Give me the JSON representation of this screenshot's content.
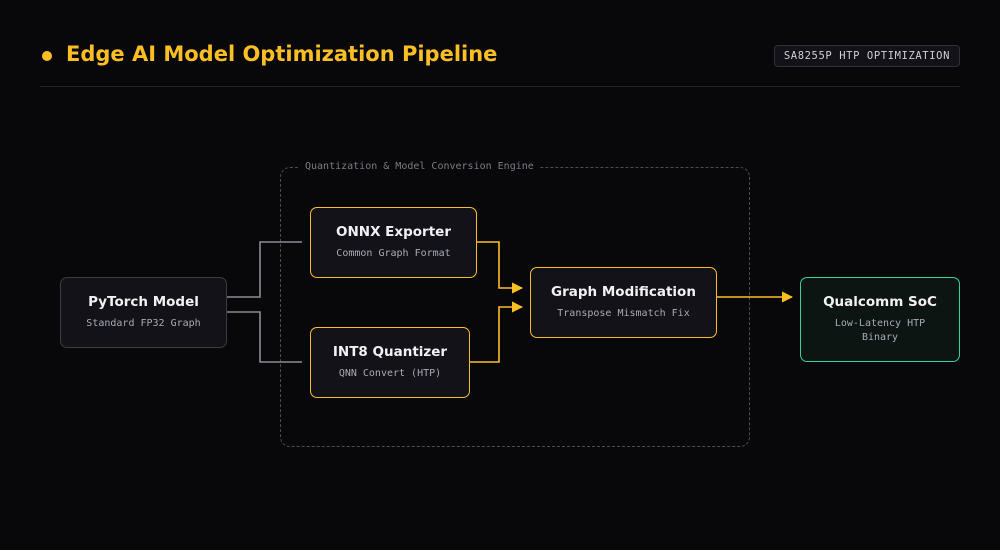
{
  "header": {
    "title": "Edge AI Model Optimization Pipeline",
    "badge": "SA8255P HTP OPTIMIZATION"
  },
  "group": {
    "label": "Quantization & Model Conversion Engine"
  },
  "nodes": {
    "pytorch": {
      "title": "PyTorch Model",
      "subtitle": "Standard FP32 Graph"
    },
    "onnx": {
      "title": "ONNX Exporter",
      "subtitle": "Common Graph Format"
    },
    "int8": {
      "title": "INT8 Quantizer",
      "subtitle": "QNN Convert (HTP)"
    },
    "graph": {
      "title": "Graph Modification",
      "subtitle": "Transpose Mismatch Fix"
    },
    "qualcomm": {
      "title": "Qualcomm SoC",
      "subtitle": "Low-Latency HTP\nBinary"
    }
  },
  "colors": {
    "accent": "#fbbf24",
    "target": "#34d399",
    "input_edge": "#8a8b96",
    "background": "#08080b"
  },
  "edges": [
    {
      "from": "pytorch",
      "to": "onnx",
      "style": "gray"
    },
    {
      "from": "pytorch",
      "to": "int8",
      "style": "gray"
    },
    {
      "from": "onnx",
      "to": "graph",
      "style": "amber-arrow"
    },
    {
      "from": "int8",
      "to": "graph",
      "style": "amber-arrow"
    },
    {
      "from": "graph",
      "to": "qualcomm",
      "style": "amber-arrow"
    }
  ]
}
